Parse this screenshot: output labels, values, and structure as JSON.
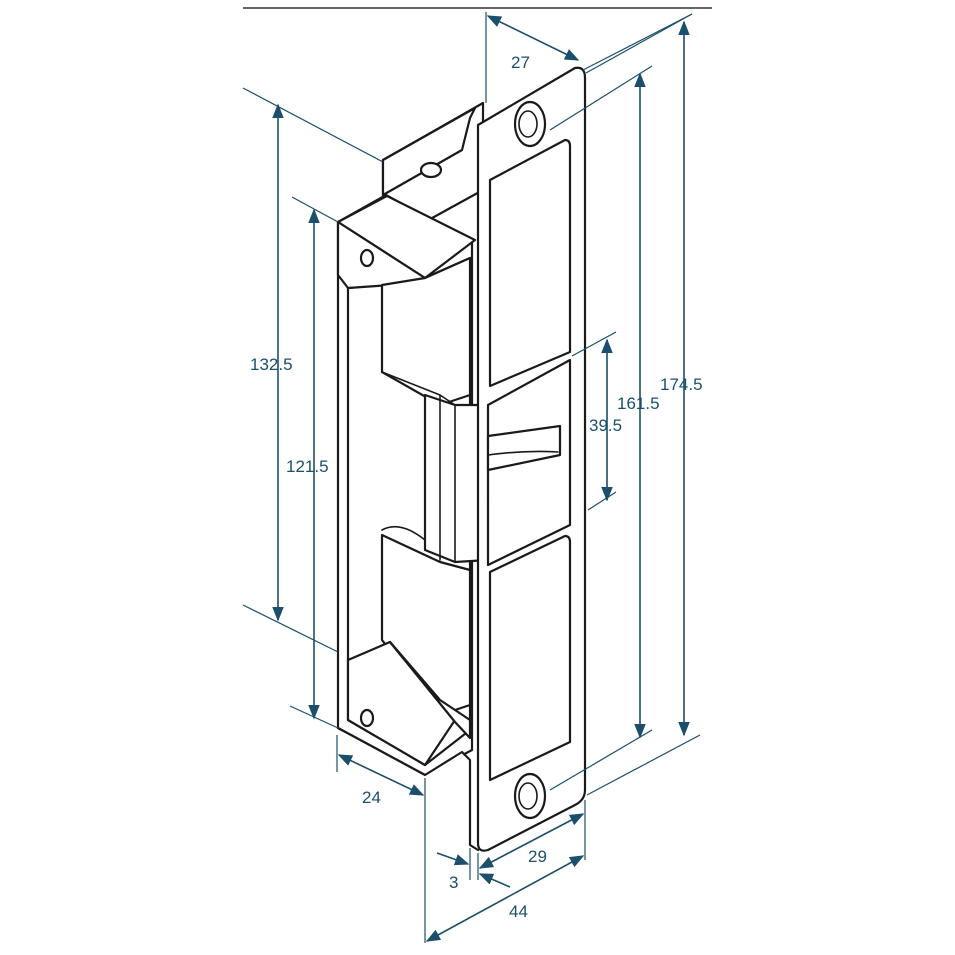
{
  "dimensions": {
    "top_width": "27",
    "overall_height": "174.5",
    "plate_height": "161.5",
    "opening_height": "39.5",
    "body_height": "132.5",
    "inner_height": "121.5",
    "body_depth": "24",
    "plate_width": "29",
    "plate_offset": "3",
    "overall_width": "44"
  },
  "colors": {
    "dimension": "#1b4f6b",
    "outline": "#1a1a1a",
    "background": "#ffffff"
  }
}
